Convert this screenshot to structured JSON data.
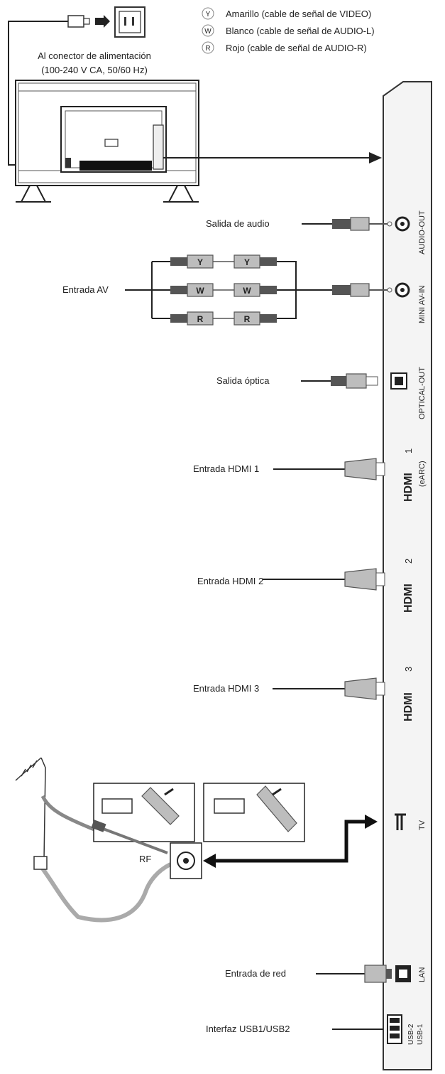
{
  "power": {
    "label_line1": "Al conector de alimentación",
    "label_line2": "(100-240 V CA, 50/60 Hz)"
  },
  "legend": [
    {
      "symbol": "Y",
      "text": "Amarillo (cable de señal de VIDEO)"
    },
    {
      "symbol": "W",
      "text": "Blanco (cable de señal de AUDIO-L)"
    },
    {
      "symbol": "R",
      "text": "Rojo (cable de señal de AUDIO-R)"
    }
  ],
  "connections": {
    "audio_out": "Salida de audio",
    "av_in": "Entrada AV",
    "optical_out": "Salida óptica",
    "hdmi1": "Entrada HDMI 1",
    "hdmi2": "Entrada HDMI 2",
    "hdmi3": "Entrada HDMI 3",
    "rf": "RF",
    "lan": "Entrada de red",
    "usb": "Interfaz USB1/USB2"
  },
  "av_plugs": [
    "Y",
    "W",
    "R"
  ],
  "ports": {
    "audio_out": "AUDIO-OUT",
    "mini_av_in": "MINI AV-IN",
    "optical_out": "OPTICAL-OUT",
    "hdmi_logo": "HDMI",
    "hdmi1_num": "1",
    "hdmi1_sub": "(eARC)",
    "hdmi2_num": "2",
    "hdmi3_num": "3",
    "tv": "TV",
    "lan": "LAN",
    "usb2": "USB-2",
    "usb1": "USB-1"
  }
}
